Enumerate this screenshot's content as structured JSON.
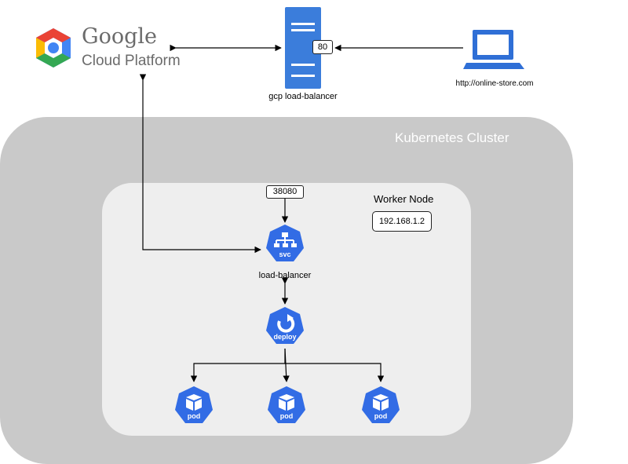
{
  "logo": {
    "name": "google-cloud-platform-logo",
    "word_google": "Google",
    "word_platform": "Cloud Platform"
  },
  "gcp_lb": {
    "label": "gcp load-balancer",
    "port": "80"
  },
  "client": {
    "url": "http://online-store.com"
  },
  "cluster": {
    "title": "Kubernetes Cluster"
  },
  "node": {
    "title": "Worker Node",
    "ip": "192.168.1.2"
  },
  "service": {
    "port": "38080",
    "icon_text": "svc",
    "label": "load-balancer"
  },
  "deployment": {
    "icon_text": "deploy"
  },
  "pods": [
    {
      "icon_text": "pod"
    },
    {
      "icon_text": "pod"
    },
    {
      "icon_text": "pod"
    }
  ],
  "colors": {
    "cluster_bg": "#c9c9c9",
    "node_bg": "#eeeeee",
    "k8s_blue": "#326ce5",
    "server_blue": "#3b7ddb",
    "laptop_blue": "#2f6fd6",
    "google_gray": "#6b6b6b",
    "logo_red": "#ea4335",
    "logo_yellow": "#fbbc05",
    "logo_green": "#34a853",
    "logo_blue": "#4285f4"
  },
  "icons": [
    "google-cloud-hex-icon",
    "server-icon",
    "laptop-icon",
    "service-icon",
    "deployment-icon",
    "pod-icon"
  ]
}
